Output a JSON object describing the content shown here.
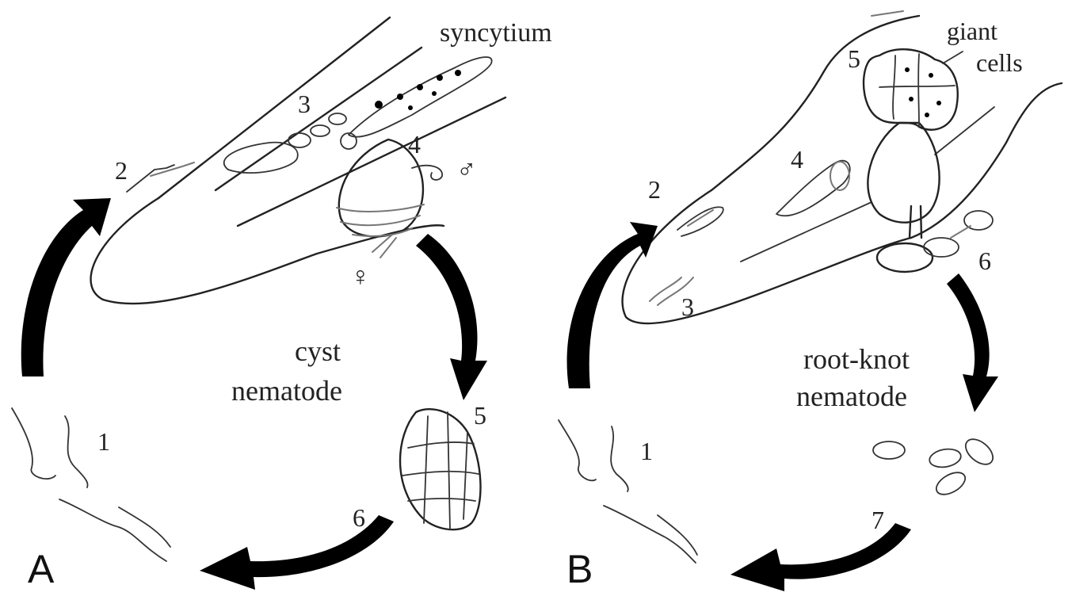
{
  "panel_a": {
    "letter": "A",
    "title_line1": "cyst",
    "title_line2": "nematode",
    "structure_label": "syncytium",
    "male_symbol": "♂",
    "female_symbol": "♀",
    "stages": [
      "1",
      "2",
      "3",
      "4",
      "5",
      "6"
    ]
  },
  "panel_b": {
    "letter": "B",
    "title_line1": "root-knot",
    "title_line2": "nematode",
    "structure_label_line1": "giant",
    "structure_label_line2": "cells",
    "stages": [
      "1",
      "2",
      "3",
      "4",
      "5",
      "6",
      "7"
    ]
  },
  "colors": {
    "ink": "#222222",
    "arrow": "#000000",
    "background": "#ffffff"
  }
}
